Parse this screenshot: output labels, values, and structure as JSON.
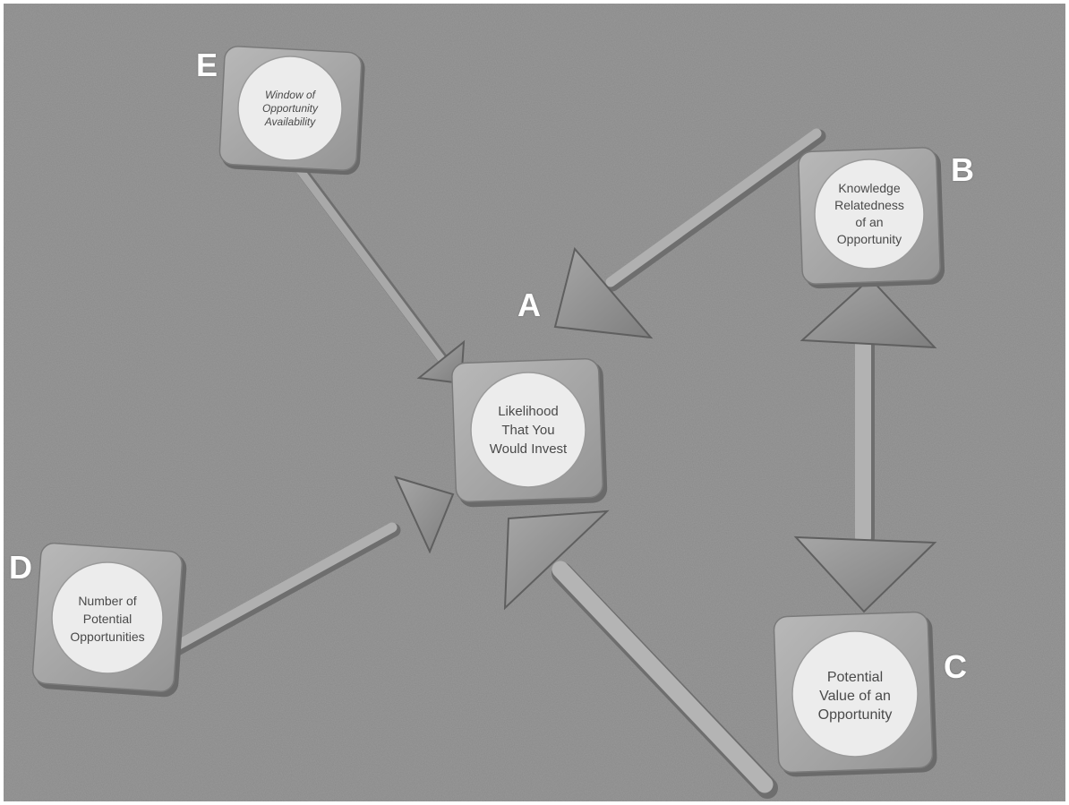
{
  "colors": {
    "carpet": "#8a8a8a",
    "wood": "#a8a8a8",
    "wood_dark": "#888888",
    "disc": "#ececec",
    "letter": "#ffffff"
  },
  "nodes": {
    "a": {
      "letter": "A",
      "label": "Likelihood\nThat You\nWould Invest"
    },
    "b": {
      "letter": "B",
      "label": "Knowledge\nRelatedness\nof an\nOpportunity"
    },
    "c": {
      "letter": "C",
      "label": "Potential\nValue of an\nOpportunity"
    },
    "d": {
      "letter": "D",
      "label": "Number of\nPotential\nOpportunities"
    },
    "e": {
      "letter": "E",
      "label": "Window of\nOpportunity\nAvailability"
    }
  }
}
